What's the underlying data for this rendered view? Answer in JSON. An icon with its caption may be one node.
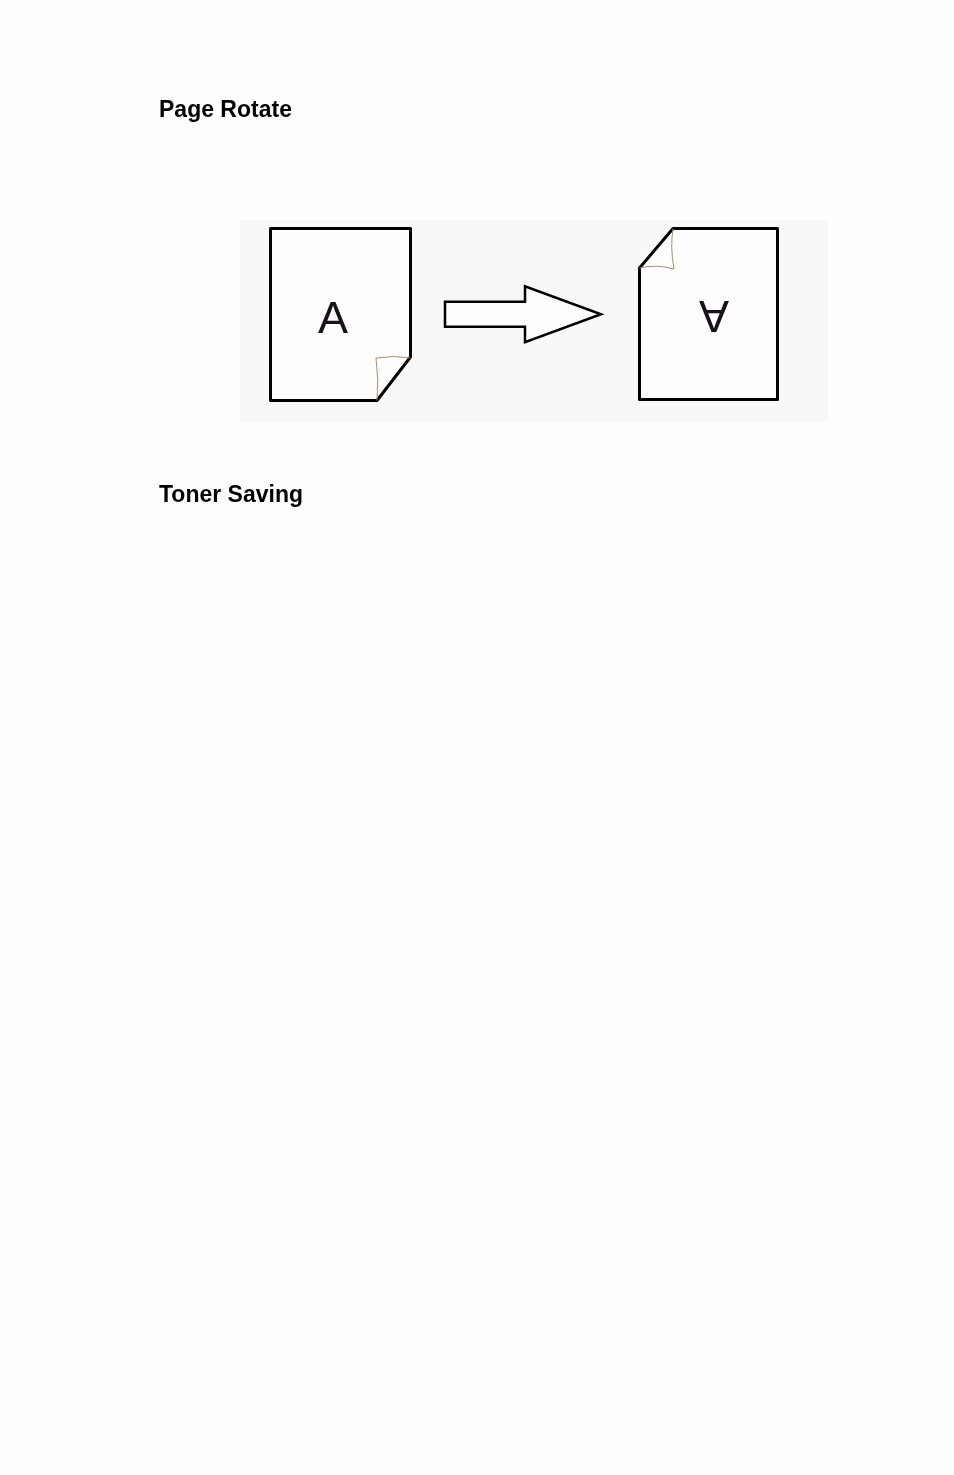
{
  "diagram": {
    "title": "Page Rotate",
    "nodes": [
      {
        "text": [
          "A"
        ]
      },
      {
        "text": [
          "A"
        ]
      }
    ],
    "edges": [
      {
        "from": 0,
        "to": 1,
        "arrow": "to"
      }
    ],
    "labels": [
      "Toner Saving"
    ]
  }
}
